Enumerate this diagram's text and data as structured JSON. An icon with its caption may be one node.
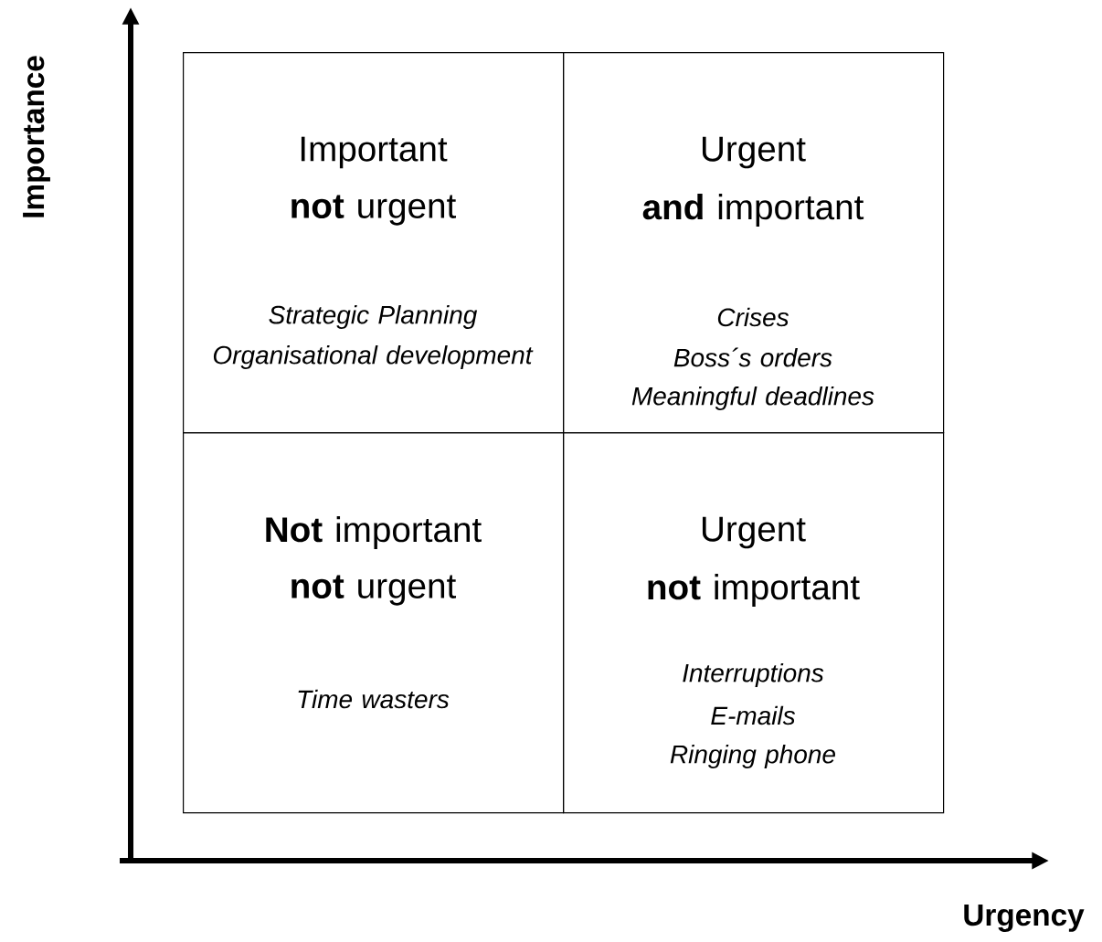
{
  "diagram": {
    "nodes": [
      {
        "text": [
          "Important",
          "**not** urgent",
          "*Strategic Planning*",
          "*Organisational development*"
        ]
      },
      {
        "text": [
          "Urgent",
          "**and** important",
          "*Crises*",
          "*Boss´s orders*",
          "*Meaningful deadlines*"
        ]
      },
      {
        "text": [
          "**Not** important",
          "**not** urgent",
          "*Time wasters*"
        ]
      },
      {
        "text": [
          "Urgent",
          "**not** important",
          "*Interruptions*",
          "*E-mails*",
          "*Ringing phone*"
        ]
      }
    ],
    "labels": [
      "Importance",
      "Urgency"
    ]
  }
}
